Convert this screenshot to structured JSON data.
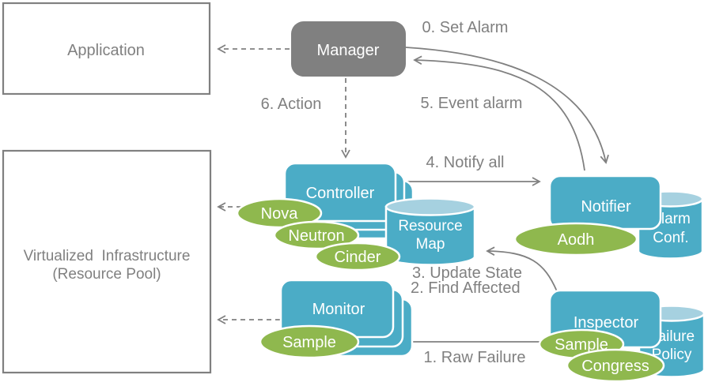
{
  "colors": {
    "node_blue": "#4BACC6",
    "cylinder_top_blue": "#A6D1E0",
    "plugin_green": "#8FB84E",
    "manager_gray": "#808080",
    "line_gray": "#808080",
    "text_gray": "#808080"
  },
  "boxes": {
    "application": {
      "label": "Application"
    },
    "virtualized_infrastructure": {
      "label_line1": "Virtualized  Infrastructure",
      "label_line2": "(Resource Pool)"
    },
    "manager": {
      "label": "Manager"
    },
    "controller": {
      "label": "Controller"
    },
    "monitor": {
      "label": "Monitor"
    },
    "notifier": {
      "label": "Notifier"
    },
    "inspector": {
      "label": "Inspector"
    }
  },
  "datastores": {
    "resource_map": {
      "line1": "Resource",
      "line2": "Map"
    },
    "alarm_conf": {
      "line1": "Alarm",
      "line2": "Conf."
    },
    "failure_policy": {
      "line1": "Failure",
      "line2": "Policy"
    }
  },
  "plugins": {
    "nova": "Nova",
    "neutron": "Neutron",
    "cinder": "Cinder",
    "monitor_sample": "Sample",
    "aodh": "Aodh",
    "inspector_sample": "Sample",
    "congress": "Congress"
  },
  "flow_labels": {
    "set_alarm": "0. Set Alarm",
    "raw_failure": "1. Raw Failure",
    "find_affected": "2. Find Affected",
    "update_state": "3. Update State",
    "notify_all": "4. Notify all",
    "event_alarm": "5. Event alarm",
    "action": "6. Action"
  }
}
